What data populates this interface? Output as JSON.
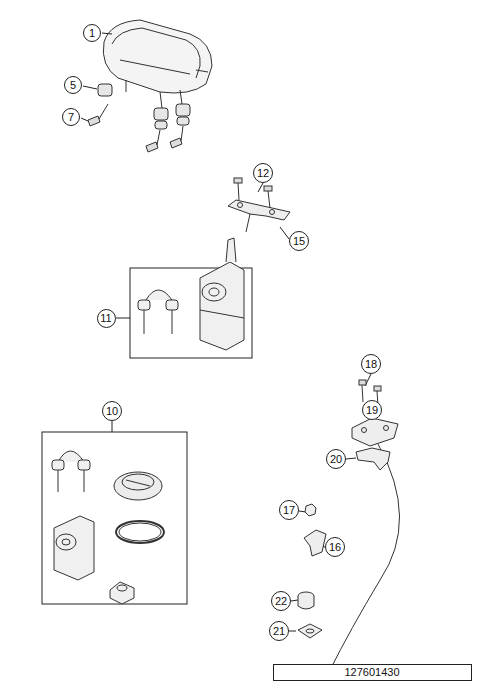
{
  "diagram": {
    "nodes": [
      {
        "text": [
          "1"
        ]
      },
      {
        "text": [
          "5"
        ]
      },
      {
        "text": [
          "7"
        ]
      },
      {
        "text": [
          "12"
        ]
      },
      {
        "text": [
          "15"
        ]
      },
      {
        "text": [
          "11"
        ]
      },
      {
        "text": [
          "10"
        ]
      },
      {
        "text": [
          "18"
        ]
      },
      {
        "text": [
          "19"
        ]
      },
      {
        "text": [
          "20"
        ]
      },
      {
        "text": [
          "17"
        ]
      },
      {
        "text": [
          "16"
        ]
      },
      {
        "text": [
          "22"
        ]
      },
      {
        "text": [
          "21"
        ]
      },
      {
        "text": [
          "127601430"
        ]
      }
    ]
  }
}
